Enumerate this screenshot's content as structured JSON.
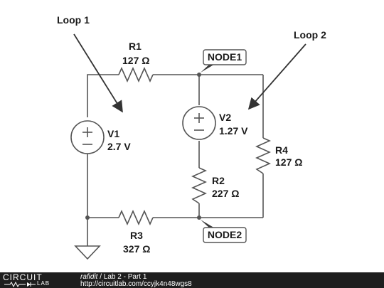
{
  "annotations": {
    "loop1": "Loop 1",
    "loop2": "Loop 2"
  },
  "components": {
    "r1": {
      "name": "R1",
      "value": "127 Ω"
    },
    "r2": {
      "name": "R2",
      "value": "227 Ω"
    },
    "r3": {
      "name": "R3",
      "value": "327 Ω"
    },
    "r4": {
      "name": "R4",
      "value": "127 Ω"
    },
    "v1": {
      "name": "V1",
      "value": "2.7 V"
    },
    "v2": {
      "name": "V2",
      "value": "1.27 V"
    }
  },
  "nodes": {
    "node1": "NODE1",
    "node2": "NODE2"
  },
  "footer": {
    "logo_top": "CIRCUIT",
    "logo_bottom": "LAB",
    "user": "rafidit",
    "separator": " / ",
    "title": "Lab 2 - Part 1",
    "url": "http://circuitlab.com/ccyjk4n48wgs8"
  }
}
